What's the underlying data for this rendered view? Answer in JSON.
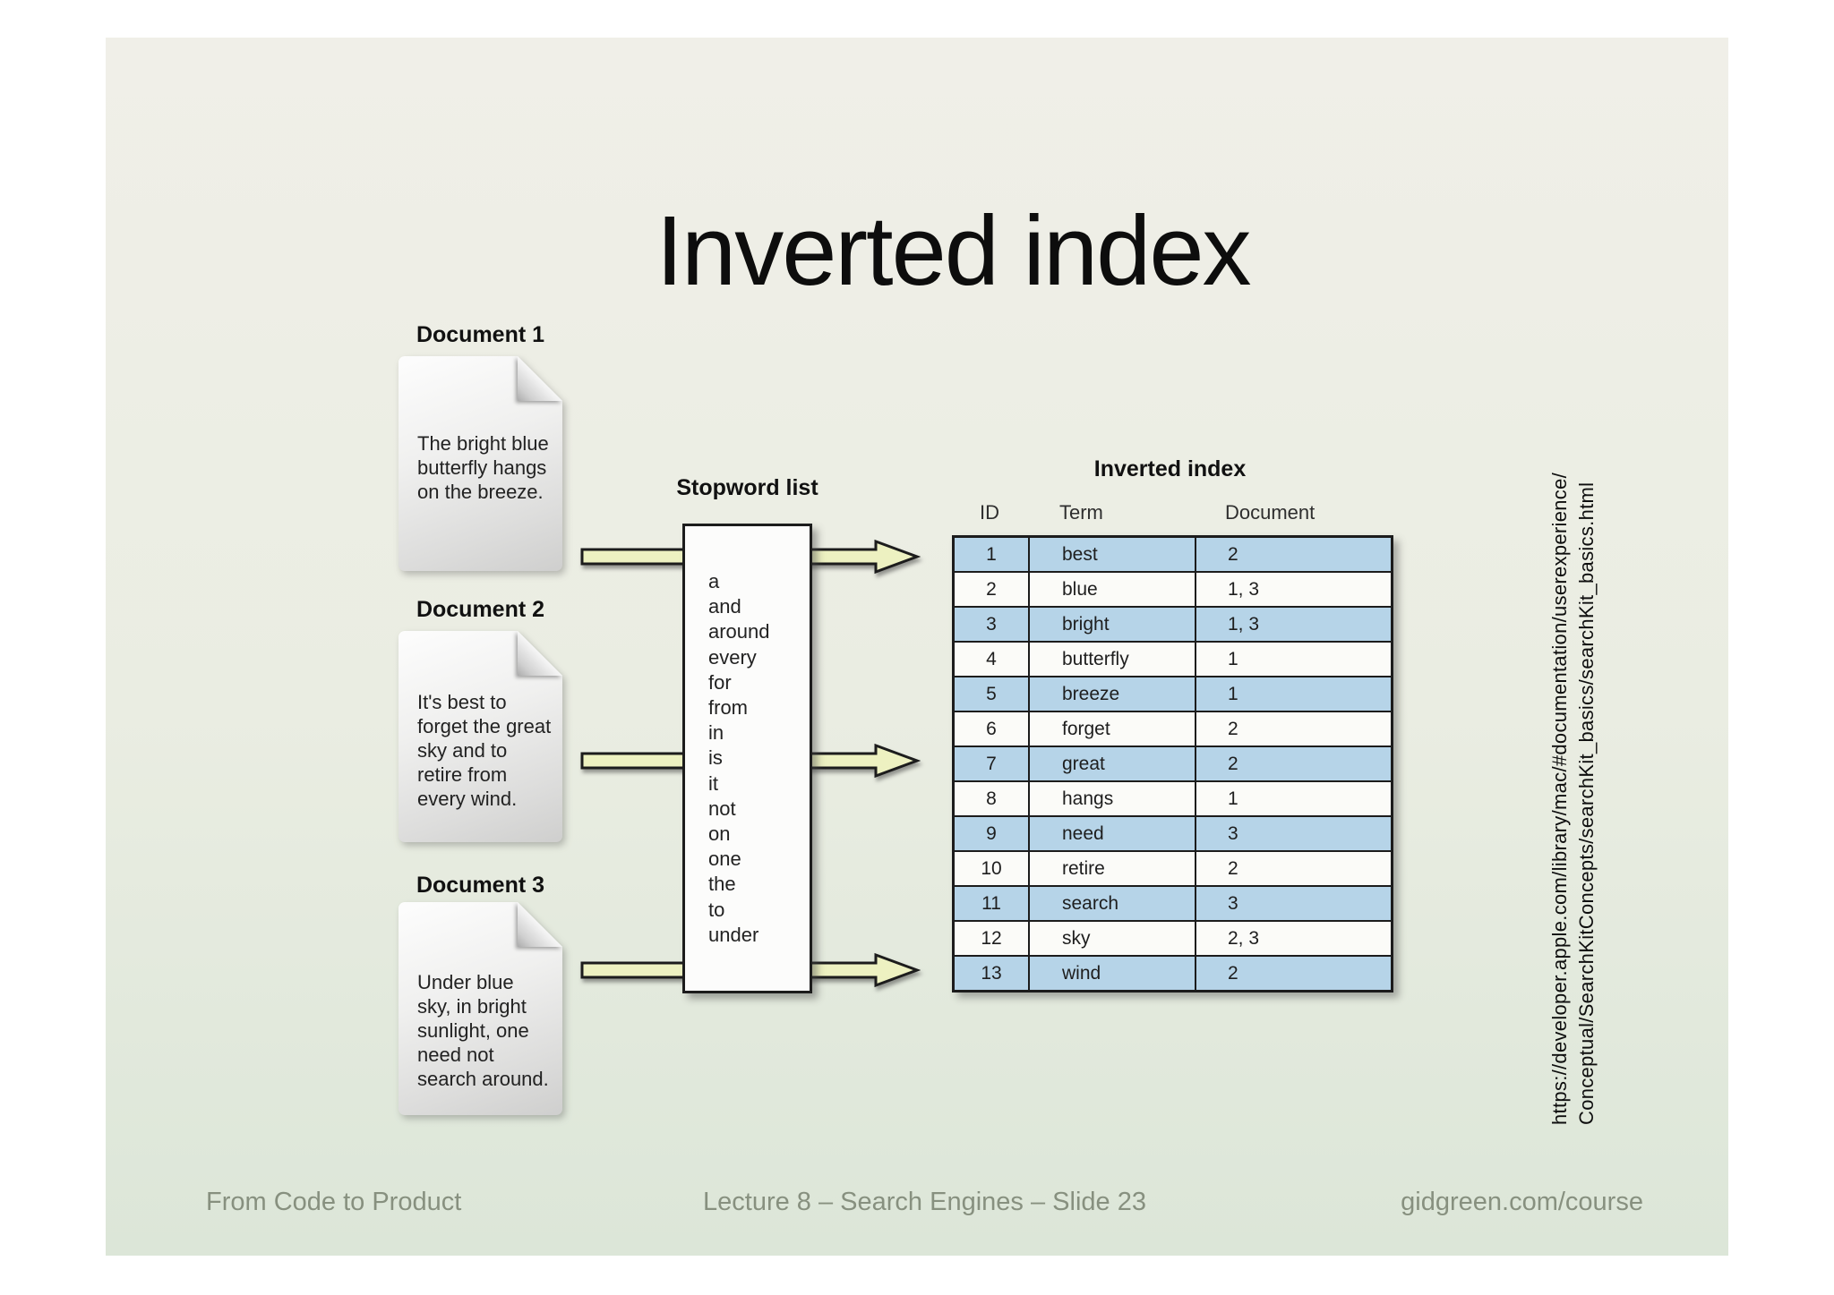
{
  "slide": {
    "title": "Inverted index",
    "footer": {
      "left": "From Code to Product",
      "center": "Lecture 8 – Search Engines – Slide 23",
      "right": "gidgreen.com/course"
    }
  },
  "diagram": {
    "documents": [
      {
        "label": "Document 1",
        "text": "The bright blue\nbutterfly hangs\non the breeze."
      },
      {
        "label": "Document 2",
        "text": "It's best to\nforget the great\nsky and to\nretire from\nevery wind."
      },
      {
        "label": "Document 3",
        "text": "Under blue\nsky, in bright\nsunlight, one\nneed not\nsearch around."
      }
    ],
    "stopword_list": {
      "label": "Stopword list",
      "words": [
        "a",
        "and",
        "around",
        "every",
        "for",
        "from",
        "in",
        "is",
        "it",
        "not",
        "on",
        "one",
        "the",
        "to",
        "under"
      ]
    },
    "inverted_index": {
      "title": "Inverted index",
      "columns": [
        "ID",
        "Term",
        "Document"
      ],
      "rows": [
        {
          "id": "1",
          "term": "best",
          "document": "2"
        },
        {
          "id": "2",
          "term": "blue",
          "document": "1, 3"
        },
        {
          "id": "3",
          "term": "bright",
          "document": "1, 3"
        },
        {
          "id": "4",
          "term": "butterfly",
          "document": "1"
        },
        {
          "id": "5",
          "term": "breeze",
          "document": "1"
        },
        {
          "id": "6",
          "term": "forget",
          "document": "2"
        },
        {
          "id": "7",
          "term": "great",
          "document": "2"
        },
        {
          "id": "8",
          "term": "hangs",
          "document": "1"
        },
        {
          "id": "9",
          "term": "need",
          "document": "3"
        },
        {
          "id": "10",
          "term": "retire",
          "document": "2"
        },
        {
          "id": "11",
          "term": "search",
          "document": "3"
        },
        {
          "id": "12",
          "term": "sky",
          "document": "2, 3"
        },
        {
          "id": "13",
          "term": "wind",
          "document": "2"
        }
      ]
    },
    "source_url": {
      "line1": "https://developer.apple.com/library/mac/#documentation/userexperience/",
      "line2": "Conceptual/SearchKitConcepts/searchKit_basics/searchKit_basics.html"
    }
  },
  "colors": {
    "slide_background_top": "#f0efe8",
    "slide_background_bottom": "#dce6d8",
    "table_row_blue": "#b6d4e8",
    "table_row_white": "#fbfbf8",
    "arrow_fill": "#edf1c1",
    "outline": "#1c1c1c",
    "footer_text": "#87907f"
  }
}
